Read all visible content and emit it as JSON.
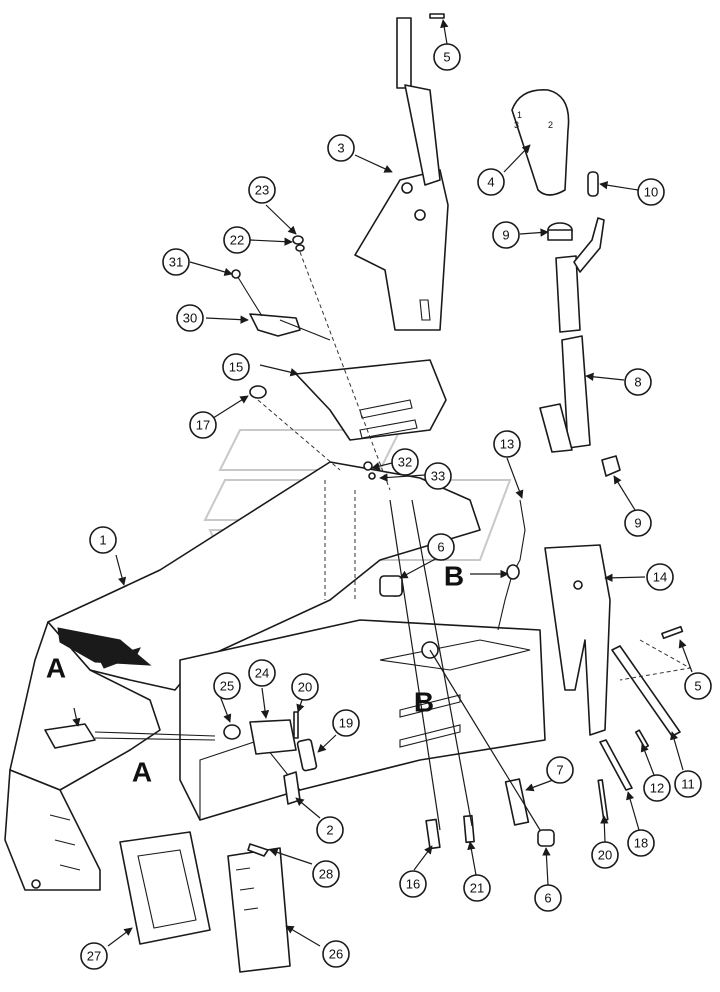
{
  "diagram": {
    "reference_letters": [
      "A",
      "A",
      "B",
      "B"
    ],
    "knob_markings": [
      "1",
      "2",
      "3"
    ],
    "callouts": [
      {
        "id": "c1",
        "label": "1"
      },
      {
        "id": "c2",
        "label": "2"
      },
      {
        "id": "c3",
        "label": "3"
      },
      {
        "id": "c4",
        "label": "4"
      },
      {
        "id": "c5a",
        "label": "5"
      },
      {
        "id": "c5b",
        "label": "5"
      },
      {
        "id": "c6a",
        "label": "6"
      },
      {
        "id": "c6b",
        "label": "6"
      },
      {
        "id": "c7",
        "label": "7"
      },
      {
        "id": "c8",
        "label": "8"
      },
      {
        "id": "c9a",
        "label": "9"
      },
      {
        "id": "c9b",
        "label": "9"
      },
      {
        "id": "c10",
        "label": "10"
      },
      {
        "id": "c11",
        "label": "11"
      },
      {
        "id": "c12",
        "label": "12"
      },
      {
        "id": "c13",
        "label": "13"
      },
      {
        "id": "c14",
        "label": "14"
      },
      {
        "id": "c15",
        "label": "15"
      },
      {
        "id": "c16",
        "label": "16"
      },
      {
        "id": "c17",
        "label": "17"
      },
      {
        "id": "c18",
        "label": "18"
      },
      {
        "id": "c19",
        "label": "19"
      },
      {
        "id": "c20a",
        "label": "20"
      },
      {
        "id": "c20b",
        "label": "20"
      },
      {
        "id": "c21",
        "label": "21"
      },
      {
        "id": "c22",
        "label": "22"
      },
      {
        "id": "c23",
        "label": "23"
      },
      {
        "id": "c24",
        "label": "24"
      },
      {
        "id": "c25",
        "label": "25"
      },
      {
        "id": "c26",
        "label": "26"
      },
      {
        "id": "c27",
        "label": "27"
      },
      {
        "id": "c28",
        "label": "28"
      },
      {
        "id": "c30",
        "label": "30"
      },
      {
        "id": "c31",
        "label": "31"
      },
      {
        "id": "c32",
        "label": "32"
      },
      {
        "id": "c33",
        "label": "33"
      }
    ]
  }
}
